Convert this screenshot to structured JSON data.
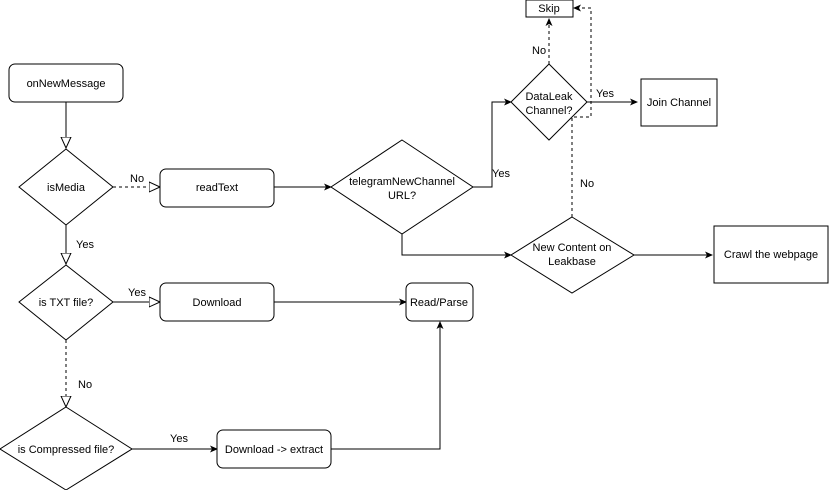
{
  "diagram": {
    "type": "flowchart",
    "nodes": {
      "onNewMessage": {
        "label": "onNewMessage",
        "shape": "rounded"
      },
      "isMedia": {
        "label": "isMedia",
        "shape": "diamond"
      },
      "readText": {
        "label": "readText",
        "shape": "rounded"
      },
      "telegramUrl": {
        "label1": "telegramNewChannel",
        "label2": "URL?",
        "shape": "diamond"
      },
      "dataLeak": {
        "label1": "DataLeak",
        "label2": "Channel?",
        "shape": "diamond"
      },
      "skip": {
        "label": "Skip",
        "shape": "rect"
      },
      "joinChannel": {
        "label": "Join Channel",
        "shape": "rect"
      },
      "newContent": {
        "label1": "New Content on",
        "label2": "Leakbase",
        "shape": "diamond"
      },
      "crawl": {
        "label": "Crawl the webpage",
        "shape": "rect"
      },
      "isTxt": {
        "label": "is TXT file?",
        "shape": "diamond"
      },
      "download": {
        "label": "Download",
        "shape": "rounded"
      },
      "readParse": {
        "label": "Read/Parse",
        "shape": "rounded"
      },
      "isCompressed": {
        "label": "is Compressed file?",
        "shape": "diamond"
      },
      "downloadExtract": {
        "label": "Download -> extract",
        "shape": "rounded"
      }
    },
    "edges": {
      "isMedia_no": "No",
      "isMedia_yes": "Yes",
      "telegram_yes": "Yes",
      "dataLeak_yes": "Yes",
      "dataLeak_no": "No",
      "newContent_no": "No",
      "isTxt_yes": "Yes",
      "isTxt_no": "No",
      "isCompressed_yes": "Yes"
    }
  }
}
